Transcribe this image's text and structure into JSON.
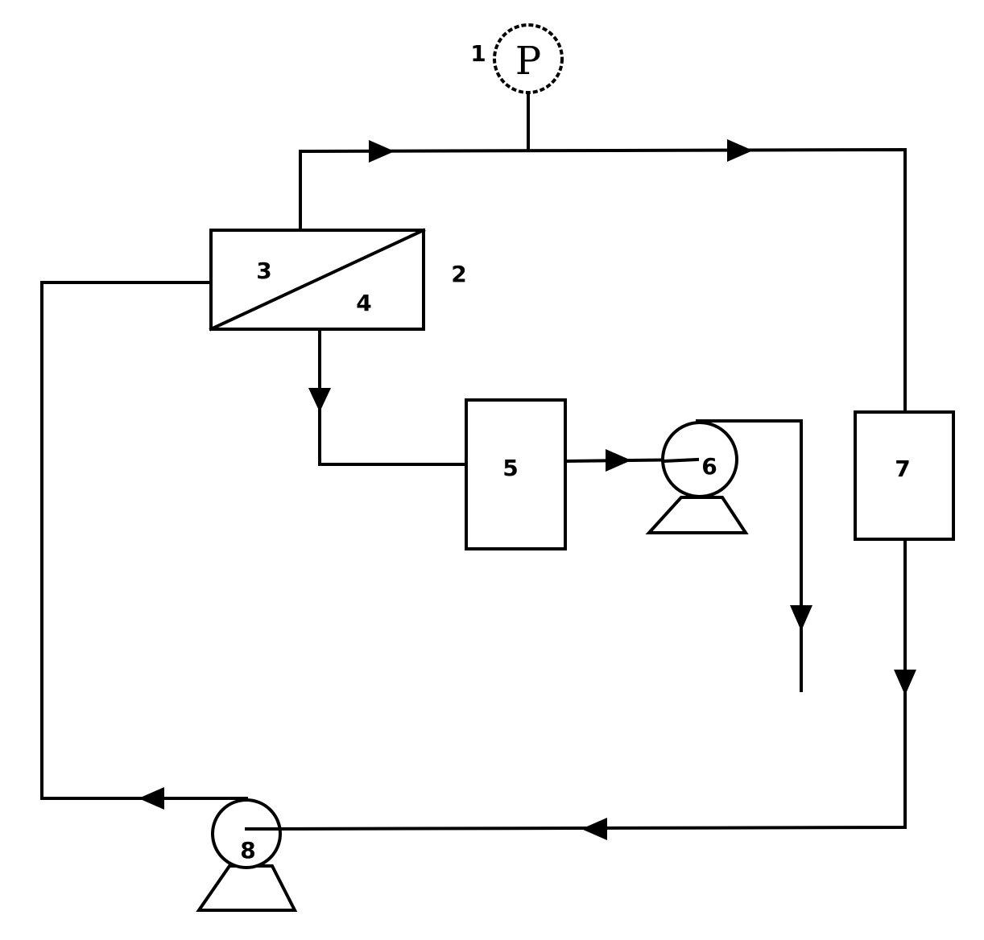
{
  "labels": {
    "gauge_number": "1",
    "gauge_symbol": "P",
    "module_number": "2",
    "retentate_side": "3",
    "permeate_side": "4",
    "vessel_5": "5",
    "pump_6": "6",
    "vessel_7": "7",
    "pump_8": "8"
  }
}
